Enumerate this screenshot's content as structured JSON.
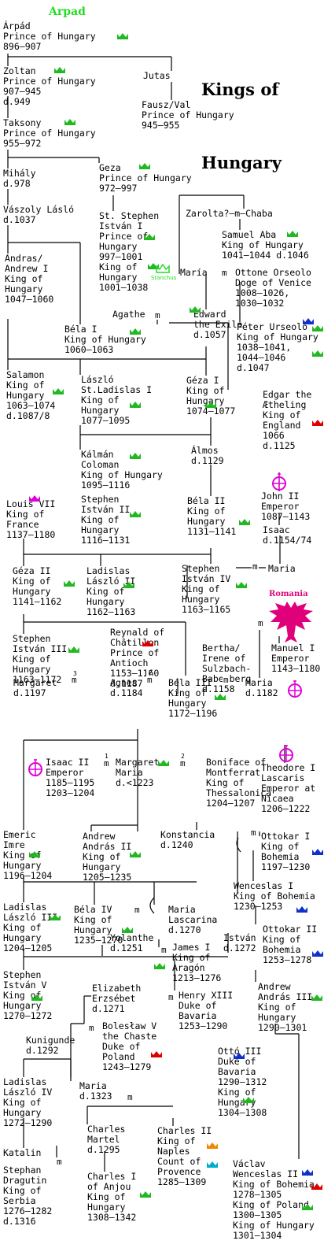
{
  "title": [
    "Kings of",
    "Hungary"
  ],
  "dynasty": "Arpad",
  "region_label": "Romania",
  "icon_names": {
    "green": "hungary-crown-icon",
    "red": "red-crown-icon",
    "blue": "blue-crown-icon",
    "orange": "orange-crown-icon",
    "cyan": "cyan-crown-icon",
    "magenta": "imperial-crown-icon",
    "eagle": "double-headed-eagle-icon",
    "seal": "stanchus-seal-icon"
  },
  "colors": {
    "hungary": "#22b822",
    "dynasty": "#22dd22",
    "red": "#dd0000",
    "blue": "#1030cc",
    "orange": "#ee8800",
    "cyan": "#00aacc",
    "magenta": "#e000d8",
    "romania": "#e0007a"
  },
  "seal_label": "Stanchus",
  "marriage_symbol": "m",
  "marriage_numbers": [
    "3",
    "2",
    "1",
    "2"
  ],
  "persons": {
    "arpad": [
      "Árpád",
      "Prince of Hungary",
      "896–907"
    ],
    "zoltan": [
      "Zoltan",
      "Prince of Hungary",
      "907–945",
      "d.949"
    ],
    "jutas": [
      "Jutas"
    ],
    "fausz": [
      "Fausz/Val",
      "Prince of Hungary",
      "945–955"
    ],
    "taksony": [
      "Taksony",
      "Prince of Hungary",
      "955–972"
    ],
    "mihaly": [
      "Mihály",
      "d.978"
    ],
    "geza": [
      "Geza",
      "Prince of Hungary",
      "972–997"
    ],
    "vaszoly": [
      "Vászoly Lásló",
      "d.1037"
    ],
    "stephen1": [
      "St. Stephen",
      "István I",
      "Prince of",
      "Hungary",
      "997–1001",
      "King of",
      "Hungary",
      "1001–1038"
    ],
    "zarolta": [
      "Zarolta?–m–Chaba"
    ],
    "samuel": [
      "Samuel Aba",
      "King of Hungary",
      "1041–1044 d.1046"
    ],
    "andras1": [
      "Andras/",
      "Andrew I",
      "King of",
      "Hungary",
      "1047–1060"
    ],
    "maria_sister": [
      "María"
    ],
    "ottone": [
      "Ottone Orseolo",
      "Doge of Venice",
      "1008–1026,",
      "1030–1032"
    ],
    "agathe": [
      "Agathe"
    ],
    "edward": [
      "Edward",
      "the Exile",
      "d.1057"
    ],
    "peter": [
      "Péter Urseolo",
      "King of Hungary",
      "1038–1041,",
      "1044–1046",
      "d.1047"
    ],
    "bela1": [
      "Béla I",
      "King of Hungary",
      "1060–1063"
    ],
    "salamon": [
      "Salamon",
      "King of",
      "Hungary",
      "1063–1074",
      "d.1087/8"
    ],
    "laszlo1": [
      "László",
      "St.Ladislas I",
      "King of",
      "Hungary",
      "1077–1095"
    ],
    "geza1": [
      "Géza I",
      "King of",
      "Hungary",
      "1074–1077"
    ],
    "edgar": [
      "Edgar the",
      "Ætheling",
      "King of",
      "England",
      "1066",
      "d.1125"
    ],
    "kalman": [
      "Kálmán",
      "Coloman",
      "King of Hungary",
      "1095–1116"
    ],
    "almos": [
      "Álmos",
      "d.1129"
    ],
    "john2": [
      "John II",
      "Emperor",
      "1087–1143"
    ],
    "louis7": [
      "Louis VII",
      "King of",
      "France",
      "1137–1180"
    ],
    "istvan2": [
      "Stephen",
      "István II",
      "King of",
      "Hungary",
      "1116–1131"
    ],
    "bela2": [
      "Béla II",
      "King of",
      "Hungary",
      "1131–1141"
    ],
    "isaac": [
      "Isaac",
      "d.1154/74"
    ],
    "geza2": [
      "Géza II",
      "King of",
      "Hungary",
      "1141–1162"
    ],
    "laszlo2": [
      "Ladislas",
      "László II",
      "King of",
      "Hungary",
      "1162–1163"
    ],
    "istvan4": [
      "Stephen",
      "István IV",
      "King of",
      "Hungary",
      "1163–1165"
    ],
    "maria_isaac": [
      "Maria"
    ],
    "istvan3": [
      "Stephen",
      "István III",
      "King of",
      "Hungary",
      "1163–1172"
    ],
    "reynald": [
      "Reynald of",
      "Châtillon",
      "Prince of",
      "Antioch",
      "1153–1160",
      "d.1187"
    ],
    "bertha": [
      "Bertha/",
      "Irene of",
      "Sulzbach-",
      "Babenberg",
      "d.1158"
    ],
    "manuel": [
      "Manuel I",
      "Emperor",
      "1143–1180"
    ],
    "margaret1": [
      "Margaret",
      "d.1197"
    ],
    "agnes": [
      "Agnes",
      "d.1184"
    ],
    "bela3": [
      "Béla III",
      "King of",
      "Hungary",
      "1172–1196"
    ],
    "maria_manuel": [
      "Maria",
      "d.1182"
    ],
    "isaac2": [
      "Isaac II",
      "Emperor",
      "1185–1195",
      "1203–1204"
    ],
    "margaret_maria": [
      "Margaret",
      "Maria",
      "d.<1223"
    ],
    "boniface": [
      "Boniface of",
      "Montferrat",
      "King of",
      "Thessalonica",
      "1204–1207"
    ],
    "theodore": [
      "Theodore I",
      "Lascaris",
      "Emperor at",
      "Nicaea",
      "1206–1222"
    ],
    "emeric": [
      "Emeric",
      "Imre",
      "King of",
      "Hungary",
      "1196–1204"
    ],
    "andras2": [
      "Andrew",
      "András II",
      "King of",
      "Hungary",
      "1205–1235"
    ],
    "konstancia": [
      "Konstancia",
      "d.1240"
    ],
    "ottokar1": [
      "Ottokar I",
      "King of",
      "Bohemia",
      "1197–1230"
    ],
    "wenceslas1": [
      "Wenceslas I",
      "King of Bohemia",
      "1230–1253"
    ],
    "laszlo3": [
      "Ladislas",
      "László III",
      "King of",
      "Hungary",
      "1204–1205"
    ],
    "bela4": [
      "Béla IV",
      "King of",
      "Hungary",
      "1235–1270"
    ],
    "maria_lascarina": [
      "Maria",
      "Lascarina",
      "d.1270"
    ],
    "ottokar2": [
      "Ottokar II",
      "King of",
      "Bohemia",
      "1253–1278"
    ],
    "yolanthe": [
      "Yolanthe",
      "d.1251"
    ],
    "james1": [
      "James I",
      "King of",
      "Aragón",
      "1213–1276"
    ],
    "istvan_d": [
      "István",
      "d.1272"
    ],
    "istvan5": [
      "Stephen",
      "István V",
      "King of",
      "Hungary",
      "1270–1272"
    ],
    "elizabeth": [
      "Elizabeth",
      "Erzsébet",
      "d.1271"
    ],
    "henry13": [
      "Henry XIII",
      "Duke of",
      "Bavaria",
      "1253–1290"
    ],
    "andras3": [
      "Andrew",
      "András III",
      "King of",
      "Hungary",
      "1290–1301"
    ],
    "kunigunde": [
      "Kunigunde",
      "d.1292"
    ],
    "boleslaw": [
      "Bolesław V",
      "the Chaste",
      "Duke of",
      "Poland",
      "1243–1279"
    ],
    "otto3": [
      "Ottó III",
      "Duke of",
      "Bavaria",
      "1290–1312",
      "King of",
      "Hungary",
      "1304–1308"
    ],
    "laszlo4": [
      "Ladislas",
      "László IV",
      "King of",
      "Hungary",
      "1272–1290"
    ],
    "maria_d1323": [
      "Maria",
      "d.1323"
    ],
    "charles_martel": [
      "Charles",
      "Martel",
      "d.1295"
    ],
    "charles2": [
      "Charles II",
      "King of",
      "Naples",
      "Count of",
      "Provence",
      "1285–1309"
    ],
    "katalin": [
      "Katalin"
    ],
    "dragutin": [
      "Stephan",
      "Dragutin",
      "King of",
      "Serbia",
      "1276–1282",
      "d.1316"
    ],
    "charles1": [
      "Charles I",
      "of Anjou",
      "King of",
      "Hungary",
      "1308–1342"
    ],
    "vaclav": [
      "Václav",
      "Wenceslas II",
      "King of Bohemia",
      "1278–1305",
      "King of Poland",
      "1300–1305",
      "King of Hungary",
      "1301–1304"
    ]
  }
}
